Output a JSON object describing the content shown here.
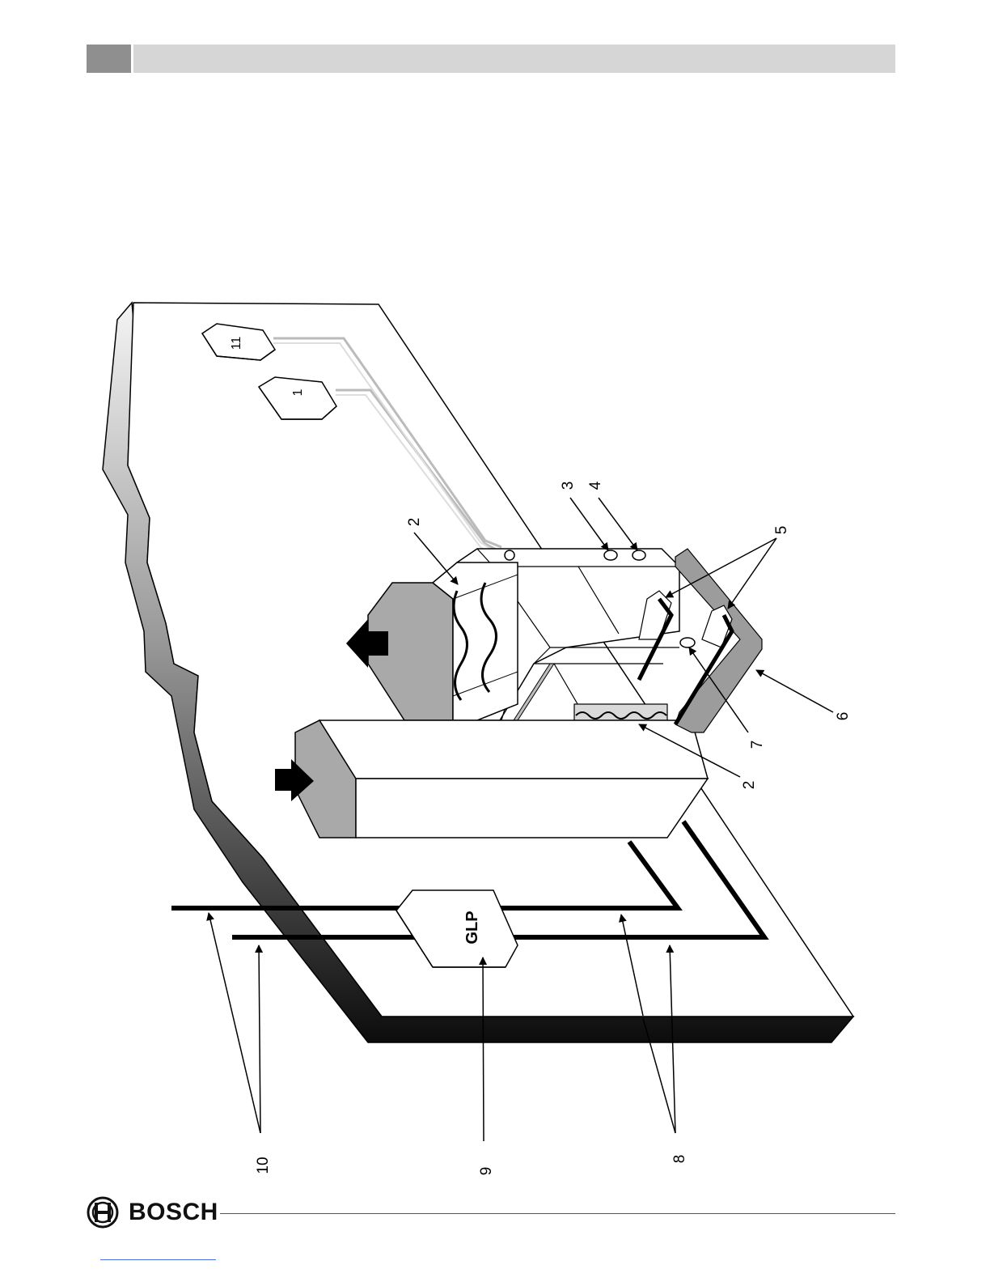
{
  "brand": {
    "name": "BOSCH",
    "color": "#111111"
  },
  "figure": {
    "callouts": {
      "c1": "1",
      "c2a": "2",
      "c2b": "2",
      "c3": "3",
      "c4": "4",
      "c5": "5",
      "c6": "6",
      "c7": "7",
      "c8": "8",
      "c9": "9",
      "c10": "10",
      "c11": "11"
    },
    "gas_box_label": "GLP"
  },
  "colors": {
    "header_tab": "#8f8f8f",
    "header_bar": "#d6d6d6",
    "link": "#4a6ee0"
  }
}
